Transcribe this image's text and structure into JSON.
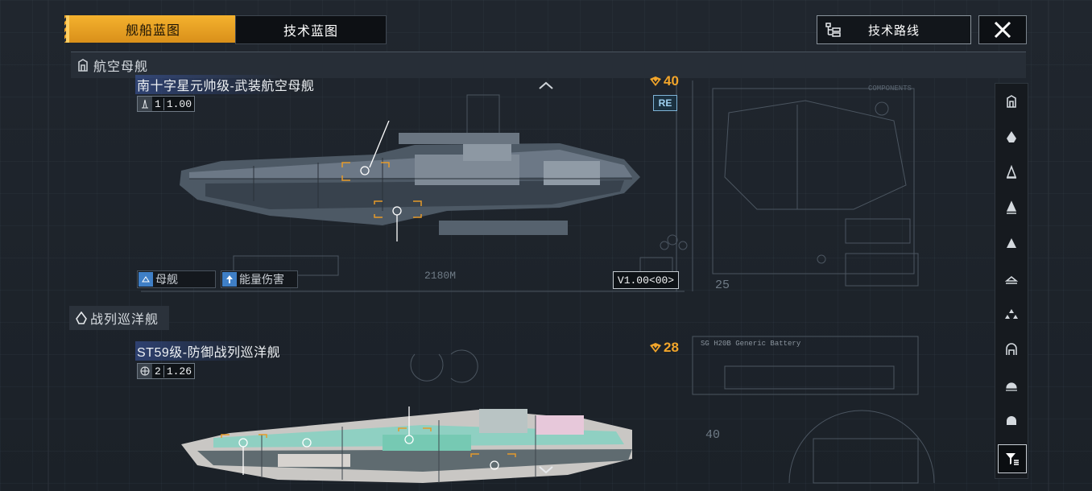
{
  "tabs": {
    "ship_blueprint": "舰船蓝图",
    "tech_blueprint": "技术蓝图",
    "tech_route": "技术路线"
  },
  "sections": {
    "carrier": "航空母舰",
    "battlecruiser": "战列巡洋舰"
  },
  "ships": [
    {
      "name": "南十字星元帅级-武装航空母舰",
      "count": "1",
      "value": "1.00",
      "cost": "40",
      "badge": "RE",
      "tags": [
        "母舰",
        "能量伤害"
      ],
      "version": "V1.00<00>",
      "length_label": "2180M"
    },
    {
      "name": "ST59级-防御战列巡洋舰",
      "count": "2",
      "value": "1.26",
      "cost": "28"
    }
  ],
  "icons": {
    "close": "close-icon",
    "route": "tech-route-icon",
    "filter": "filter-icon"
  },
  "colors": {
    "accent": "#f2a52a",
    "background": "#1d232b"
  }
}
